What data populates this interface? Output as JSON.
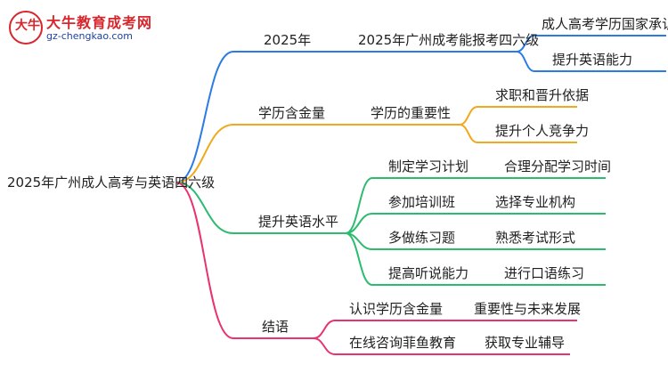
{
  "logo": {
    "title": "大牛教育成考网",
    "url": "gz-chengkao.com",
    "mark_text": "大牛"
  },
  "root": "2025年广州成人高考与英语四六级",
  "colors": {
    "blue": "#2a7be4",
    "orange": "#f0a91e",
    "green": "#2dbb70",
    "pink": "#e8336e"
  },
  "branches": [
    {
      "label": "2025年",
      "color": "blue",
      "children": [
        {
          "label": "2025年广州成考能报考四六级",
          "children": [
            "成人高考学历国家承认",
            "提升英语能力"
          ]
        }
      ]
    },
    {
      "label": "学历含金量",
      "color": "orange",
      "children": [
        {
          "label": "学历的重要性",
          "children": [
            "求职和晋升依据",
            "提升个人竞争力"
          ]
        }
      ]
    },
    {
      "label": "提升英语水平",
      "color": "green",
      "children": [
        {
          "label": "制定学习计划",
          "children": [
            "合理分配学习时间"
          ]
        },
        {
          "label": "参加培训班",
          "children": [
            "选择专业机构"
          ]
        },
        {
          "label": "多做练习题",
          "children": [
            "熟悉考试形式"
          ]
        },
        {
          "label": "提高听说能力",
          "children": [
            "进行口语练习"
          ]
        }
      ]
    },
    {
      "label": "结语",
      "color": "pink",
      "children": [
        {
          "label": "认识学历含金量",
          "children": [
            "重要性与未来发展"
          ]
        },
        {
          "label": "在线咨询菲鱼教育",
          "children": [
            "获取专业辅导"
          ]
        }
      ]
    }
  ]
}
